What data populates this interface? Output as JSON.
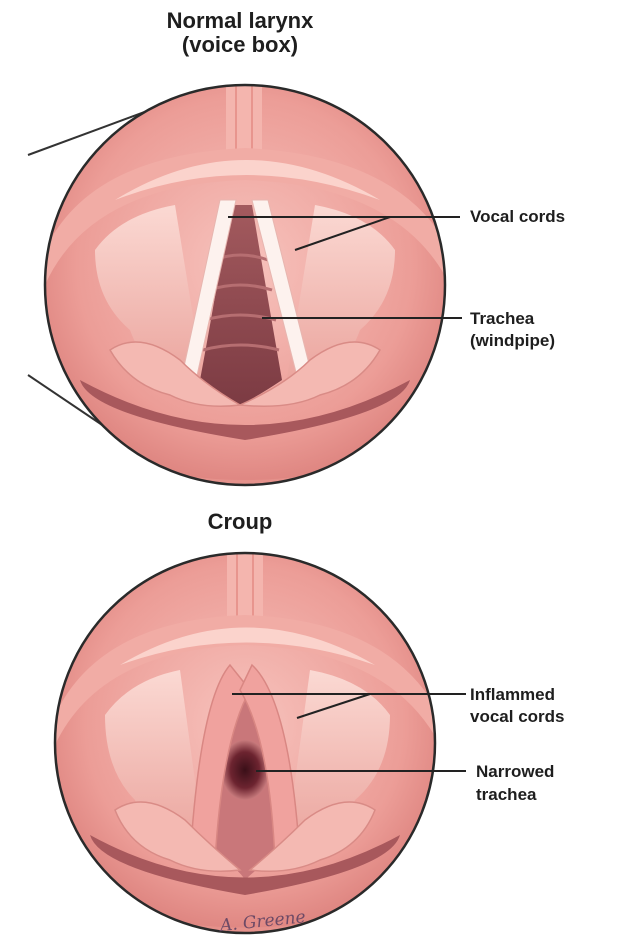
{
  "normal": {
    "title_line1": "Normal larynx",
    "title_line2": "(voice box)",
    "labels": {
      "vocal_cords": "Vocal cords",
      "trachea_line1": "Trachea",
      "trachea_line2": "(windpipe)"
    }
  },
  "croup": {
    "title": "Croup",
    "labels": {
      "inflamed_line1": "Inflammed",
      "inflamed_line2": "vocal cords",
      "narrowed_line1": "Narrowed",
      "narrowed_line2": "trachea"
    },
    "signature": "A. Greene"
  }
}
